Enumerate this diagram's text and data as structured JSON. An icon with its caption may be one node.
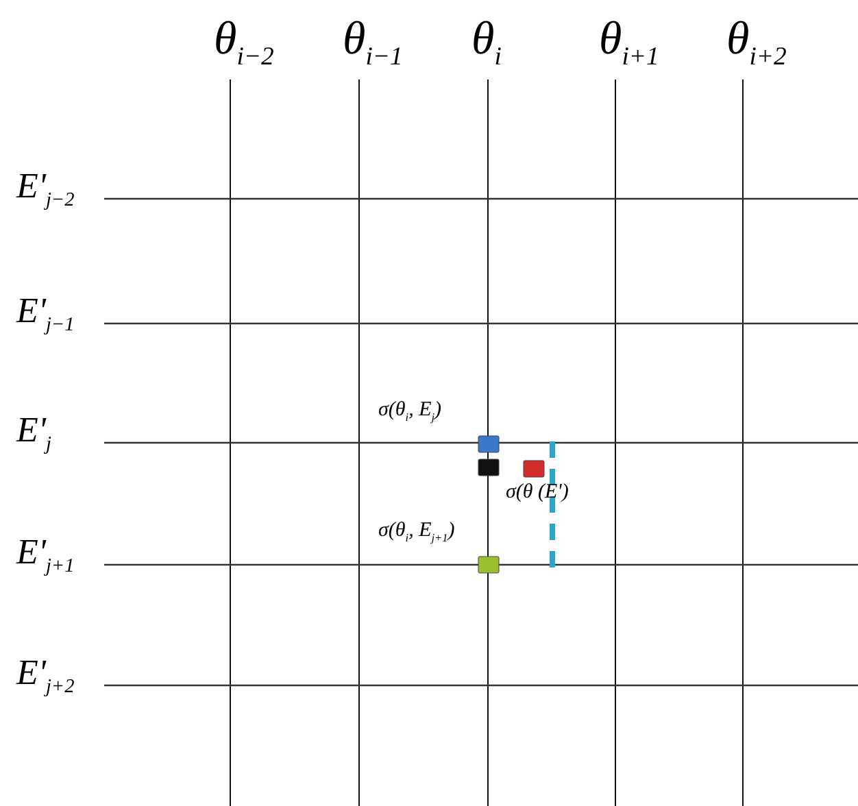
{
  "diagram": {
    "labels": [
      "θ$_{i−2}$",
      "θ$_{i−1}$",
      "θ$_{i}$",
      "θ$_{i+1}$",
      "θ$_{i+2}$",
      "E'$_{j−2}$",
      "E'$_{j−1}$",
      "E'$_{j}$",
      "E'$_{j+1}$",
      "E'$_{j+2}$",
      "σ(θ$_{i}$, E$_{j}$)",
      "σ(θ (E')",
      "σ(θ$_{i}$, E$_{j+1}$)"
    ]
  }
}
